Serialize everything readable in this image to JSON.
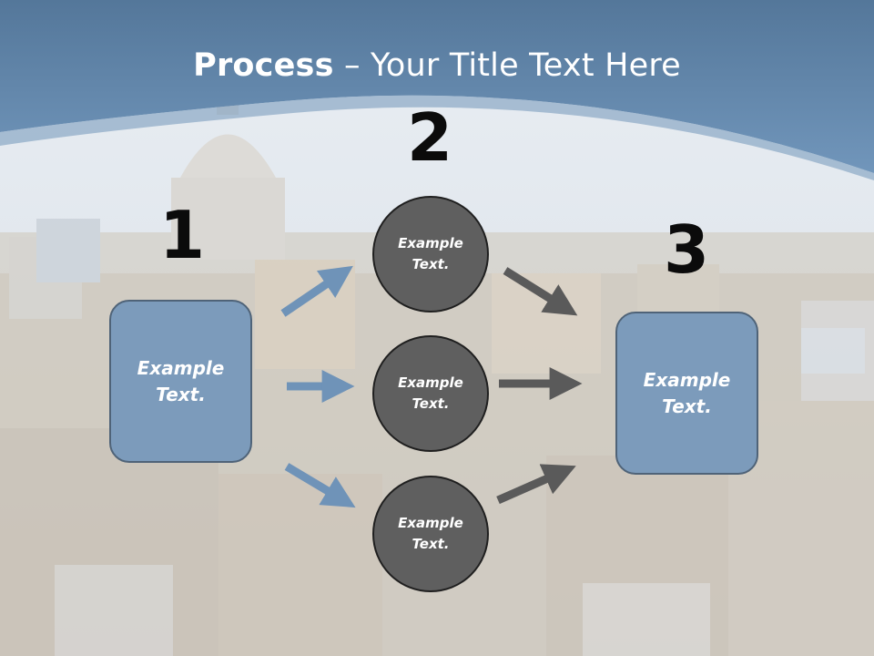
{
  "title": {
    "bold": "Process",
    "rest": " – Your Title Text Here"
  },
  "steps": [
    {
      "number": "1"
    },
    {
      "number": "2"
    },
    {
      "number": "3"
    }
  ],
  "boxes": {
    "left": "Example Text.",
    "right": "Example Text."
  },
  "circles": [
    {
      "label": "Example Text."
    },
    {
      "label": "Example Text."
    },
    {
      "label": "Example Text."
    }
  ],
  "colors": {
    "header": "#6a8db0",
    "box_fill": "#7c9bbb",
    "circle_fill": "#5f5f5f",
    "arrow_blue": "#6f93b8",
    "arrow_gray": "#5a5a5a"
  }
}
